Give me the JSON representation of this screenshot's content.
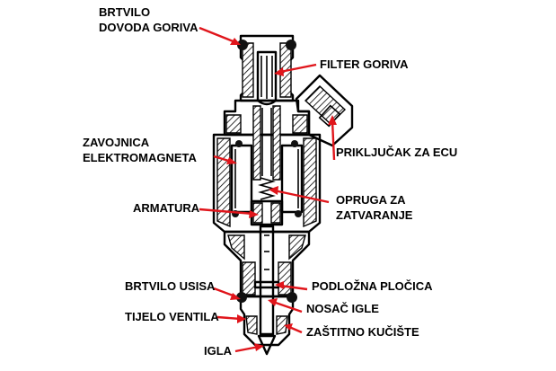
{
  "labels": {
    "fuel_inlet_seal_line1": "BRTVILO",
    "fuel_inlet_seal_line2": "DOVODA GORIVA",
    "fuel_filter": "FILTER GORIVA",
    "solenoid_line1": "ZAVOJNICA",
    "solenoid_line2": "ELEKTROMAGNETA",
    "ecu_connector": "PRIKLJUČAK ZA ECU",
    "armature": "ARMATURA",
    "closing_spring_line1": "OPRUGA ZA",
    "closing_spring_line2": "ZATVARANJE",
    "intake_seal": "BRTVILO USISA",
    "shim": "PODLOŽNA PLOČICA",
    "valve_body": "TIJELO VENTILA",
    "needle_holder": "NOSAČ IGLE",
    "protective_housing": "ZAŠTITNO KUČIŠTE",
    "needle": "IGLA"
  },
  "colors": {
    "arrow": "#e0151b",
    "ink": "#000000"
  }
}
